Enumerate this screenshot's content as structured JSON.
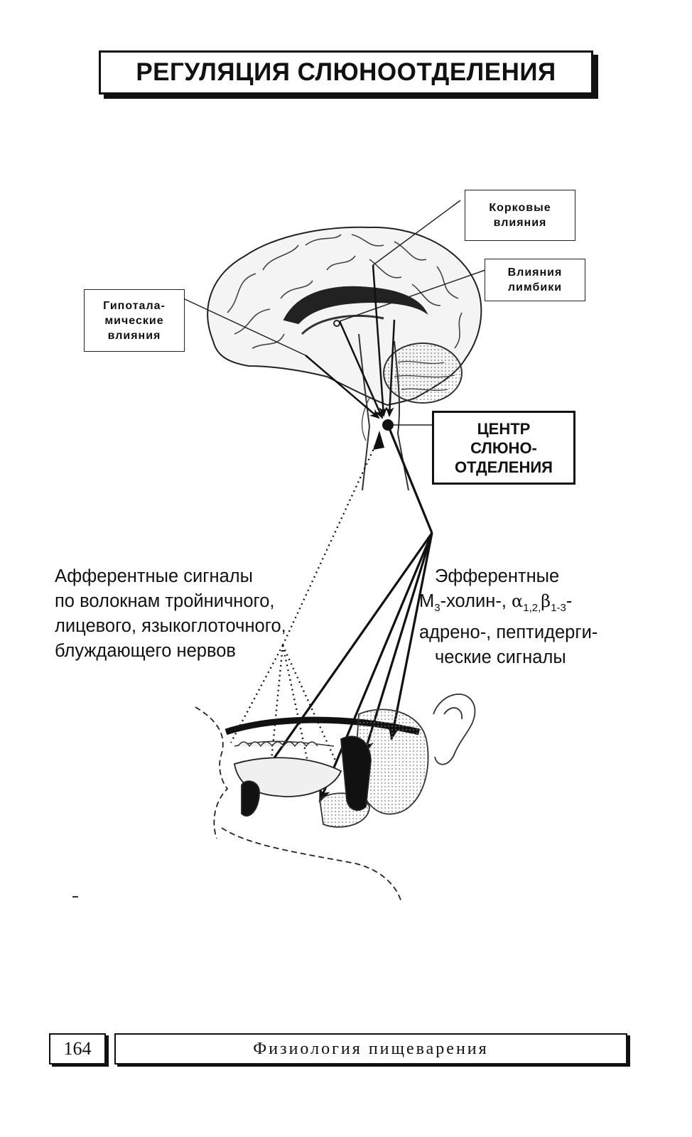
{
  "header": {
    "title": "РЕГУЛЯЦИЯ СЛЮНООТДЕЛЕНИЯ"
  },
  "labels": {
    "cortical": "Корковые\nвлияния",
    "limbic": "Влияния\nлимбики",
    "hypothalamic": "Гипотала-\nмические\nвлияния",
    "center": "ЦЕНТР\nСЛЮНО-\nОТДЕЛЕНИЯ"
  },
  "afferent": {
    "lines": [
      "Афферентные сигналы",
      "по волокнам тройничного,",
      "лицевого, языкоглоточного,",
      "блуждающего нервов"
    ]
  },
  "efferent": {
    "line1": "Эфферентные",
    "line2_m": "М",
    "line2_m_sub": "3",
    "line2_text": "-холин-,",
    "alpha": "α",
    "alpha_sub": "1,2,",
    "beta": "β",
    "beta_sub": "1-3",
    "line2_end": "-",
    "line3": "адрено-, пептидерги-",
    "line4": "ческие сигналы"
  },
  "footer": {
    "page_number": "164",
    "book_title": "Физиология пищеварения"
  }
}
